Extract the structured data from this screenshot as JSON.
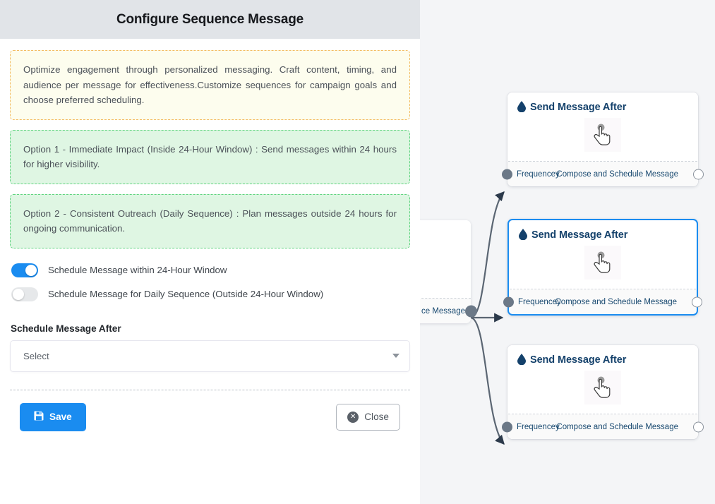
{
  "modal": {
    "title": "Configure Sequence Message",
    "callouts": [
      {
        "id": "intro",
        "tone": "warn",
        "text": "Optimize engagement through personalized messaging. Craft content, timing, and audience per message for effectiveness.Customize sequences for campaign goals and choose preferred scheduling."
      },
      {
        "id": "option-1",
        "tone": "ok",
        "text": "Option 1 - Immediate Impact (Inside 24-Hour Window) : Send messages within 24 hours for higher visibility."
      },
      {
        "id": "option-2",
        "tone": "ok",
        "text": "Option 2 - Consistent Outreach (Daily Sequence) : Plan messages outside 24 hours for ongoing communication."
      }
    ],
    "toggles": [
      {
        "id": "within-24-hour",
        "label": "Schedule Message within 24-Hour Window",
        "state": "on"
      },
      {
        "id": "daily-sequence",
        "label": "Schedule Message for Daily Sequence (Outside 24-Hour Window)",
        "state": "off"
      }
    ],
    "schedule_field": {
      "label": "Schedule Message After",
      "value": "Select",
      "placeholder": "Select"
    },
    "footer": {
      "save_label": "Save",
      "save_icon": "floppy-save-icon",
      "close_label": "Close",
      "close_icon": "close-circle-icon"
    }
  },
  "flow": {
    "partial_node": {
      "footer_right": "ce Message"
    },
    "nodes": [
      {
        "id": "node-1",
        "title": "Send Message After",
        "icon": "droplet-icon",
        "body_icon": "hand-pointer-icon",
        "footer_left": "Frequencey",
        "footer_right": "Compose and Schedule Message",
        "selected": false
      },
      {
        "id": "node-2",
        "title": "Send Message After",
        "icon": "droplet-icon",
        "body_icon": "hand-pointer-icon",
        "footer_left": "Frequencey",
        "footer_right": "Compose and Schedule Message",
        "selected": true
      },
      {
        "id": "node-3",
        "title": "Send Message After",
        "icon": "droplet-icon",
        "body_icon": "hand-pointer-icon",
        "footer_left": "Frequencey",
        "footer_right": "Compose and Schedule Message",
        "selected": false
      }
    ]
  },
  "colors": {
    "accent_blue": "#1a8cf0",
    "node_title": "#14416b",
    "warn_border": "#f3bc62",
    "warn_bg": "#fdfdee",
    "ok_border": "#5fd47f",
    "ok_bg": "#dff6e3",
    "canvas_bg": "#f4f5f7",
    "header_bg": "#e1e4e8",
    "edge": "#5b6673"
  }
}
